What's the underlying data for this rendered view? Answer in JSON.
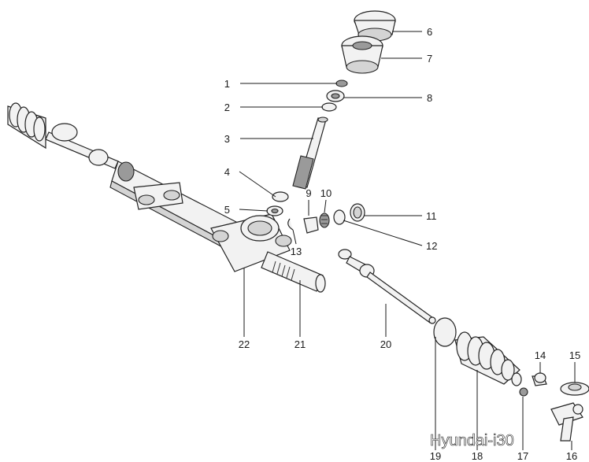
{
  "diagram": {
    "callouts": [
      "1",
      "2",
      "3",
      "4",
      "5",
      "6",
      "7",
      "8",
      "9",
      "10",
      "11",
      "12",
      "13",
      "14",
      "15",
      "16",
      "17",
      "18",
      "19",
      "20",
      "21",
      "22"
    ]
  },
  "watermark": {
    "text": "Hyundai-i30"
  }
}
